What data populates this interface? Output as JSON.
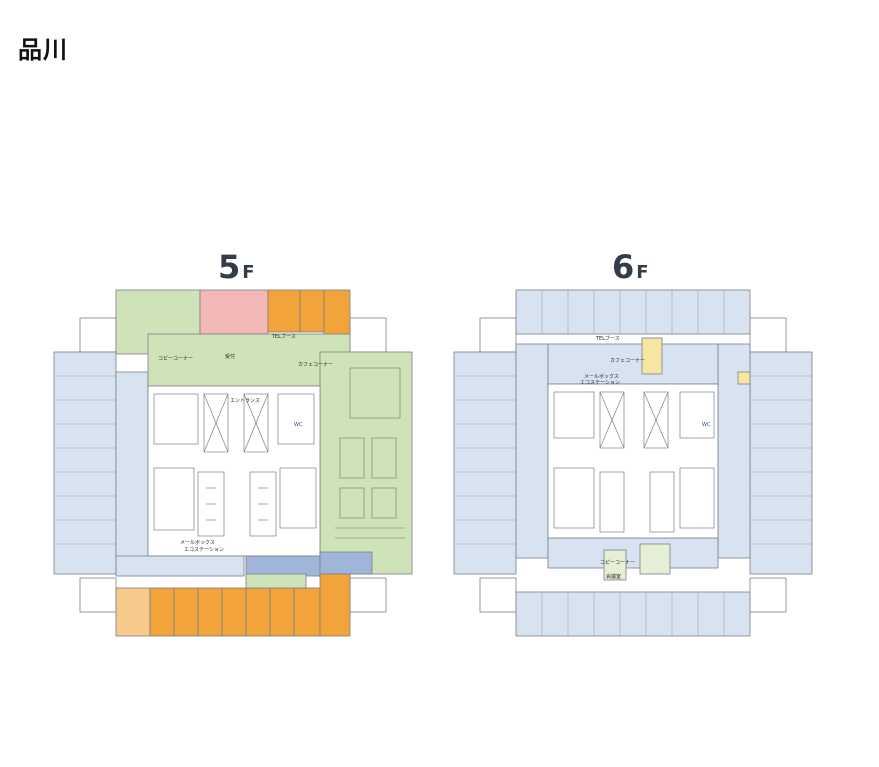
{
  "page": {
    "title": "品川"
  },
  "floors": [
    {
      "id": "5F",
      "number": "5",
      "unit": "F",
      "labels": {
        "copy_corner": "コピーコーナー",
        "reception": "受付",
        "entrance": "エントランス",
        "tel_booth": "TELブース",
        "cafe_corner": "カフェコーナー",
        "mailbox": "メールボックス",
        "ecostation": "エコステーション",
        "wc": "WC"
      }
    },
    {
      "id": "6F",
      "number": "6",
      "unit": "F",
      "labels": {
        "tel_booth": "TELブース",
        "cafe_corner": "カフェコーナー",
        "mailbox": "メールボックス",
        "ecostation": "エコステーション",
        "copy_corner": "コピーコーナー",
        "meeting_room": "会議室",
        "wc": "WC"
      }
    }
  ],
  "legend_colors": {
    "office": "#d8e3f1",
    "common": "#cfe3b9",
    "meeting": "#f2a33a",
    "meeting_light": "#f7c98a",
    "seminar": "#f2b8b6",
    "core": "#ffffff",
    "yellow": "#f5e7a1",
    "blue": "#9fb6d8"
  }
}
